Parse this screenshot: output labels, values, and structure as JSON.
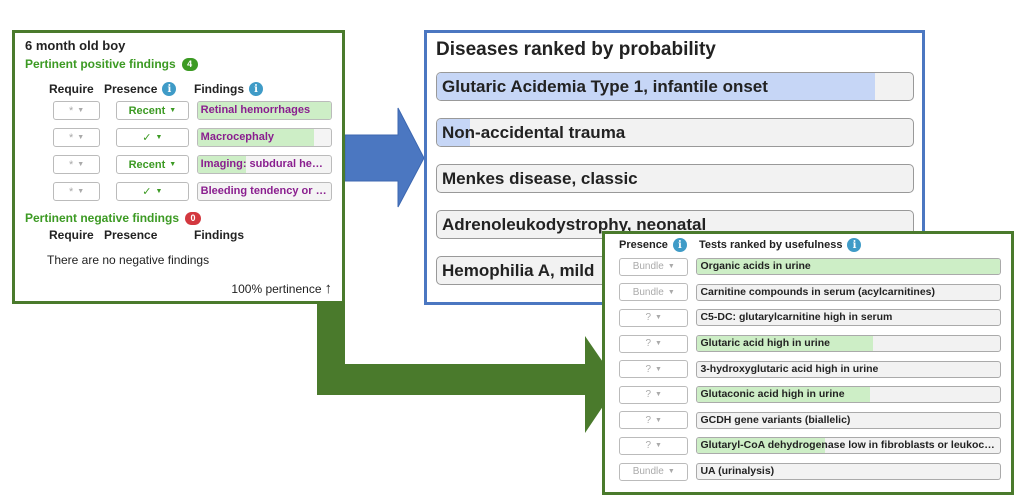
{
  "findings": {
    "patient": "6 month old boy",
    "positive_title": "Pertinent positive findings",
    "positive_count": "4",
    "columns": {
      "require": "Require",
      "presence": "Presence",
      "findings": "Findings"
    },
    "rows": [
      {
        "require": "*",
        "presence": "Recent",
        "finding": "Retinal hemorrhages",
        "fill": 1.0
      },
      {
        "require": "*",
        "presence": "✓",
        "finding": "Macrocephaly",
        "fill": 0.87
      },
      {
        "require": "*",
        "presence": "Recent",
        "finding": "Imaging: subdural hematoma",
        "fill": 0.36
      },
      {
        "require": "*",
        "presence": "✓",
        "finding": "Bleeding tendency or easy bruising",
        "fill": 0.0
      }
    ],
    "negative_title": "Pertinent negative findings",
    "negative_count": "0",
    "negative_columns": {
      "require": "Require",
      "presence": "Presence",
      "findings": "Findings"
    },
    "negative_empty": "There are no negative findings",
    "pertinence": "100% pertinence"
  },
  "diseases": {
    "title": "Diseases ranked by probability",
    "items": [
      {
        "name": "Glutaric Acidemia Type 1, infantile onset",
        "probability": 0.92
      },
      {
        "name": "Non-accidental trauma",
        "probability": 0.07
      },
      {
        "name": "Menkes disease, classic",
        "probability": 0.0
      },
      {
        "name": "Adrenoleukodystrophy, neonatal",
        "probability": 0.0
      },
      {
        "name": "Hemophilia A, mild",
        "probability": 0.0
      }
    ]
  },
  "tests": {
    "presence_label": "Presence",
    "title": "Tests ranked by usefulness",
    "items": [
      {
        "presence": "Bundle",
        "name": "Organic acids in urine",
        "usefulness": 1.0
      },
      {
        "presence": "Bundle",
        "name": "Carnitine compounds in serum (acylcarnitines)",
        "usefulness": 0.0
      },
      {
        "presence": "?",
        "name": "C5-DC: glutarylcarnitine high in serum",
        "usefulness": 0.0
      },
      {
        "presence": "?",
        "name": "Glutaric acid high in urine",
        "usefulness": 0.58
      },
      {
        "presence": "?",
        "name": "3-hydroxyglutaric acid high in urine",
        "usefulness": 0.0
      },
      {
        "presence": "?",
        "name": "Glutaconic acid high in urine",
        "usefulness": 0.57
      },
      {
        "presence": "?",
        "name": "GCDH gene variants (biallelic)",
        "usefulness": 0.0
      },
      {
        "presence": "?",
        "name": "Glutaryl-CoA dehydrogenase low in fibroblasts or leukocytes",
        "usefulness": 0.42
      },
      {
        "presence": "Bundle",
        "name": "UA (urinalysis)",
        "usefulness": 0.0
      }
    ]
  },
  "colors": {
    "green_border": "#4a7a2c",
    "blue_border": "#4b77c1",
    "blue_arrow": "#4b77c1",
    "green_arrow": "#4a7a2c",
    "finding_text": "#8a1f8f",
    "positive_green": "#3c9a23",
    "negative_red": "#d3383f",
    "disease_fill": "#c6d6f6",
    "test_fill": "#cdeec6"
  },
  "icons": {
    "info": "info-icon",
    "up_arrow": "up-arrow-icon",
    "caret": "caret-down-icon"
  }
}
